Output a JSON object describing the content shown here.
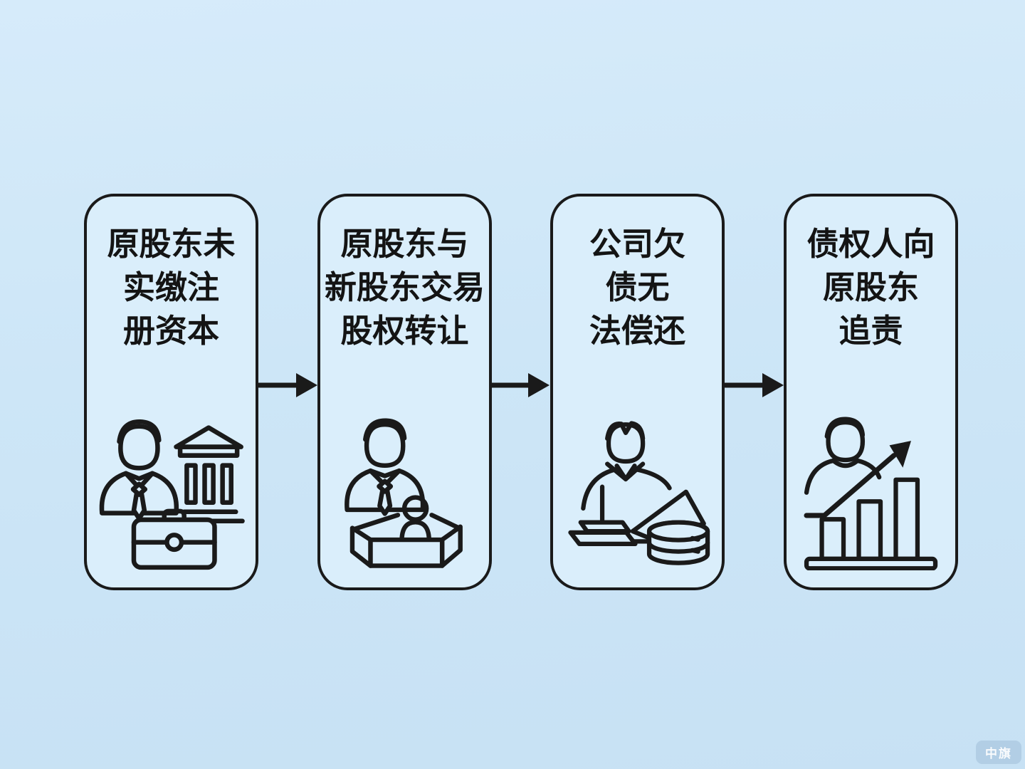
{
  "page": {
    "watermark": "中旗"
  },
  "colors": {
    "background": "#cde6f7",
    "card_background": "#daeefb",
    "card_border": "#1a1a1a",
    "text": "#141414",
    "arrow": "#1a1a1a"
  },
  "flow": {
    "direction": "left-to-right",
    "connector": "arrow-right",
    "steps": [
      {
        "title": "原股东未实缴注册资本",
        "title_lines": [
          "原股东未",
          "实缴注",
          "册资本"
        ],
        "icon": "businessman-bank-briefcase-icon"
      },
      {
        "title": "原股东与新股东交易股权转让",
        "title_lines": [
          "原股东与",
          "新股东交易",
          "股权转让"
        ],
        "icon": "businessman-equity-box-icon"
      },
      {
        "title": "公司欠债无法偿还",
        "title_lines": [
          "公司欠",
          "债无",
          "法偿还"
        ],
        "icon": "person-laptop-database-icon"
      },
      {
        "title": "债权人向原股东追责",
        "title_lines": [
          "债权人向",
          "原股东",
          "追责"
        ],
        "icon": "person-growth-chart-icon"
      }
    ]
  }
}
